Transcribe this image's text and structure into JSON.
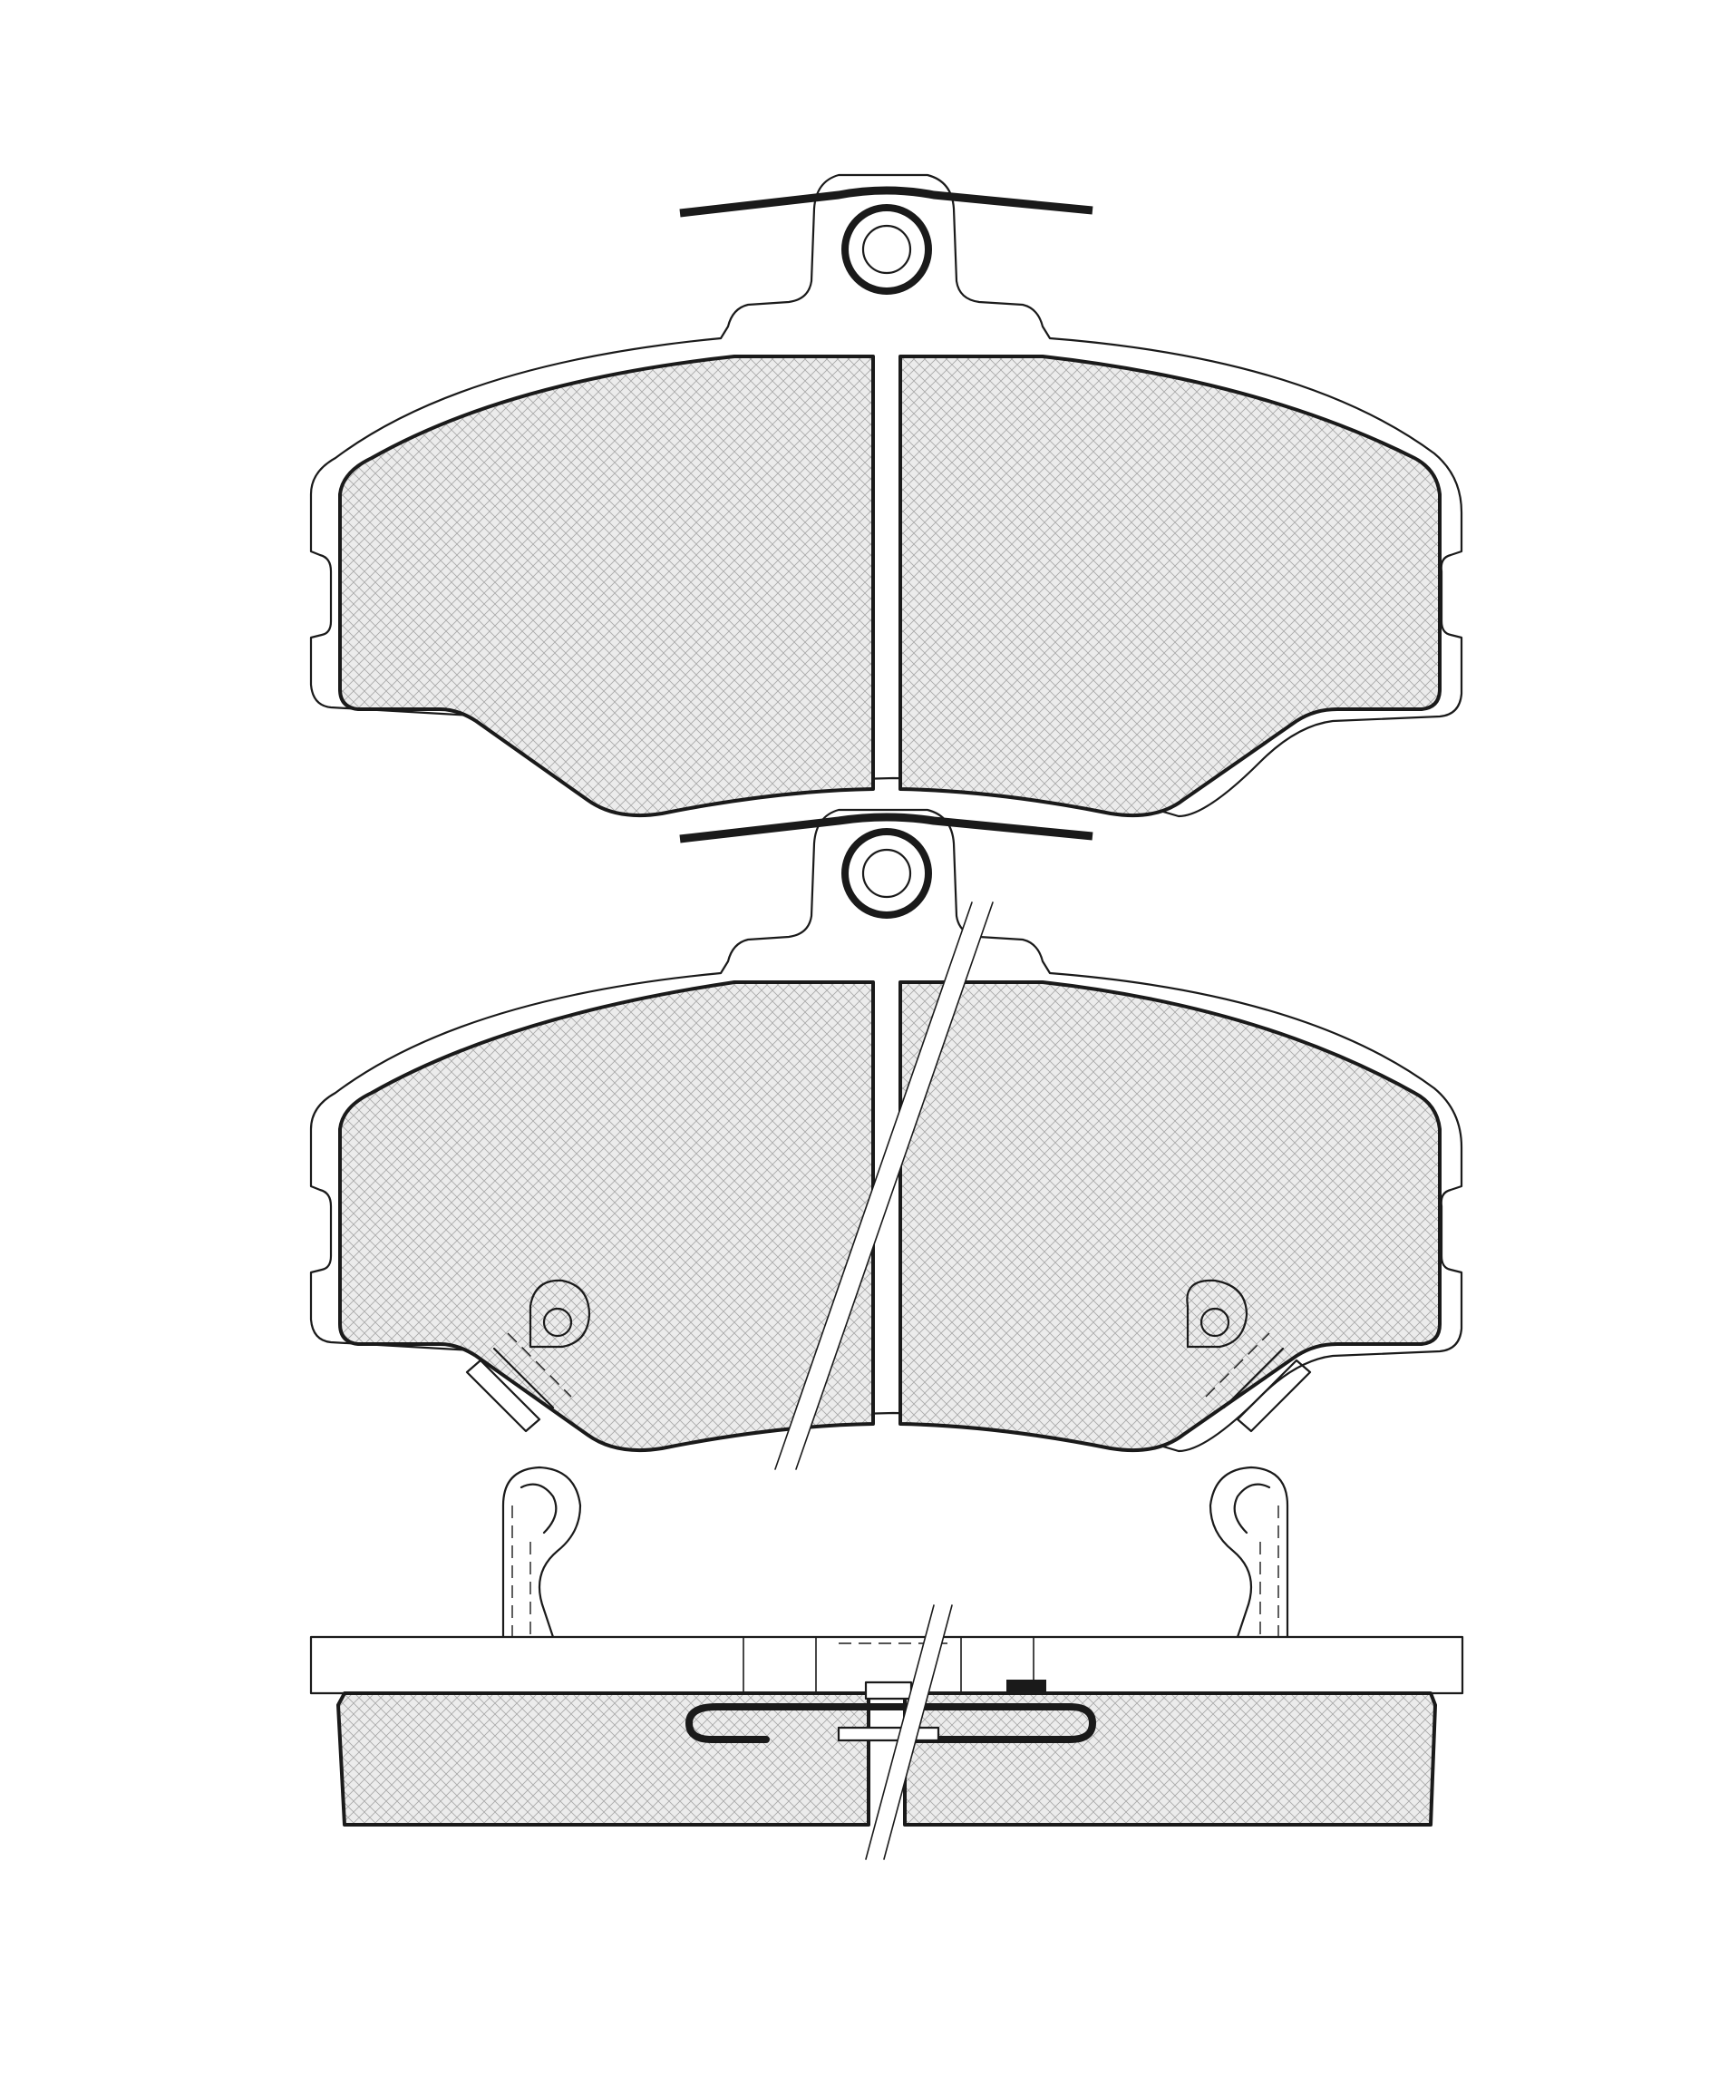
{
  "drawing": {
    "views": [
      {
        "id": "pad-top-view"
      },
      {
        "id": "pad-sensor-view"
      },
      {
        "id": "pad-side-view"
      }
    ],
    "colors": {
      "line": "#1a1a1a",
      "hatch_fill": "#e6e6e6",
      "background": "#ffffff"
    }
  }
}
